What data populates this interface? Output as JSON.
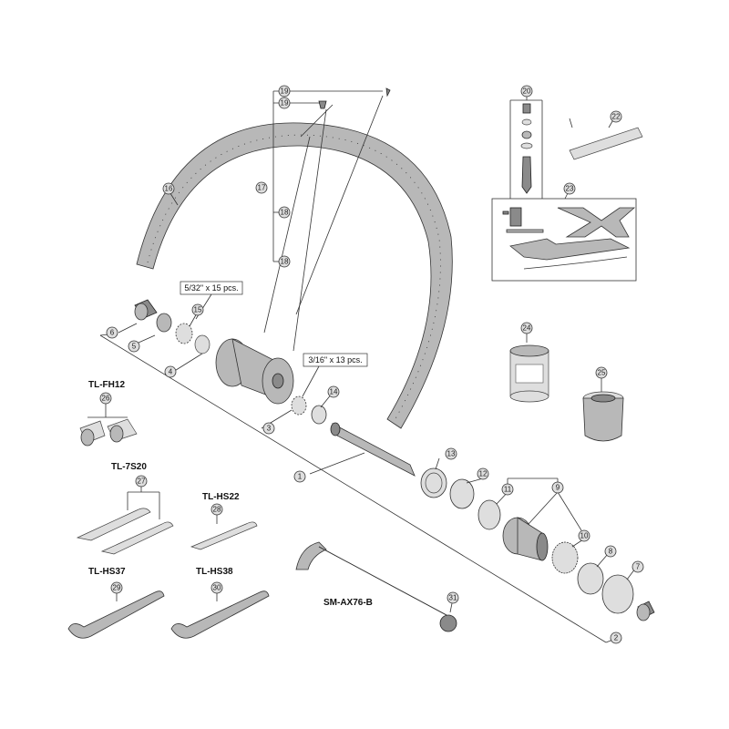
{
  "callouts": [
    {
      "n": "1"
    },
    {
      "n": "2"
    },
    {
      "n": "3"
    },
    {
      "n": "4"
    },
    {
      "n": "5"
    },
    {
      "n": "6"
    },
    {
      "n": "7"
    },
    {
      "n": "8"
    },
    {
      "n": "9"
    },
    {
      "n": "10"
    },
    {
      "n": "11"
    },
    {
      "n": "12"
    },
    {
      "n": "13"
    },
    {
      "n": "14"
    },
    {
      "n": "15"
    },
    {
      "n": "16"
    },
    {
      "n": "17"
    },
    {
      "n": "18"
    },
    {
      "n": "18"
    },
    {
      "n": "19"
    },
    {
      "n": "19"
    },
    {
      "n": "20"
    },
    {
      "n": "22"
    },
    {
      "n": "23"
    },
    {
      "n": "24"
    },
    {
      "n": "25"
    },
    {
      "n": "26"
    },
    {
      "n": "27"
    },
    {
      "n": "28"
    },
    {
      "n": "29"
    },
    {
      "n": "30"
    },
    {
      "n": "31"
    }
  ],
  "tools": {
    "fh12": "TL-FH12",
    "s7s20": "TL-7S20",
    "hs22": "TL-HS22",
    "hs37": "TL-HS37",
    "hs38": "TL-HS38",
    "axle": "SM-AX76-B"
  },
  "specs": {
    "bearing_small": "5/32\" x 15 pcs.",
    "bearing_large": "3/16\" x 13 pcs."
  }
}
